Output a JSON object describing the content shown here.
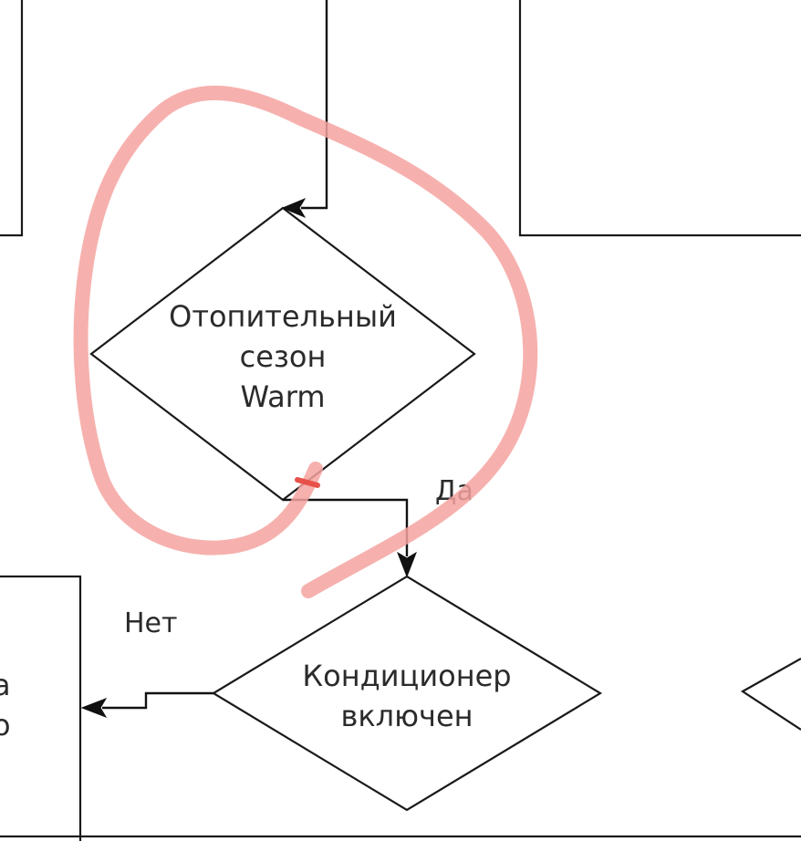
{
  "diagram": {
    "decision_heating": {
      "lines": [
        "Отопительный",
        "сезон",
        "Warm"
      ]
    },
    "decision_ac": {
      "lines": [
        "Кондиционер",
        "включен"
      ]
    },
    "edge_labels": {
      "yes": "Да",
      "no": "Нет"
    },
    "cut_off_text_left": [
      "а",
      "о"
    ]
  },
  "colors": {
    "annotation": "#f4a3a0",
    "annotation_mark": "#e8514a",
    "stroke": "#1a1a1a",
    "text": "#2b2b2b"
  }
}
